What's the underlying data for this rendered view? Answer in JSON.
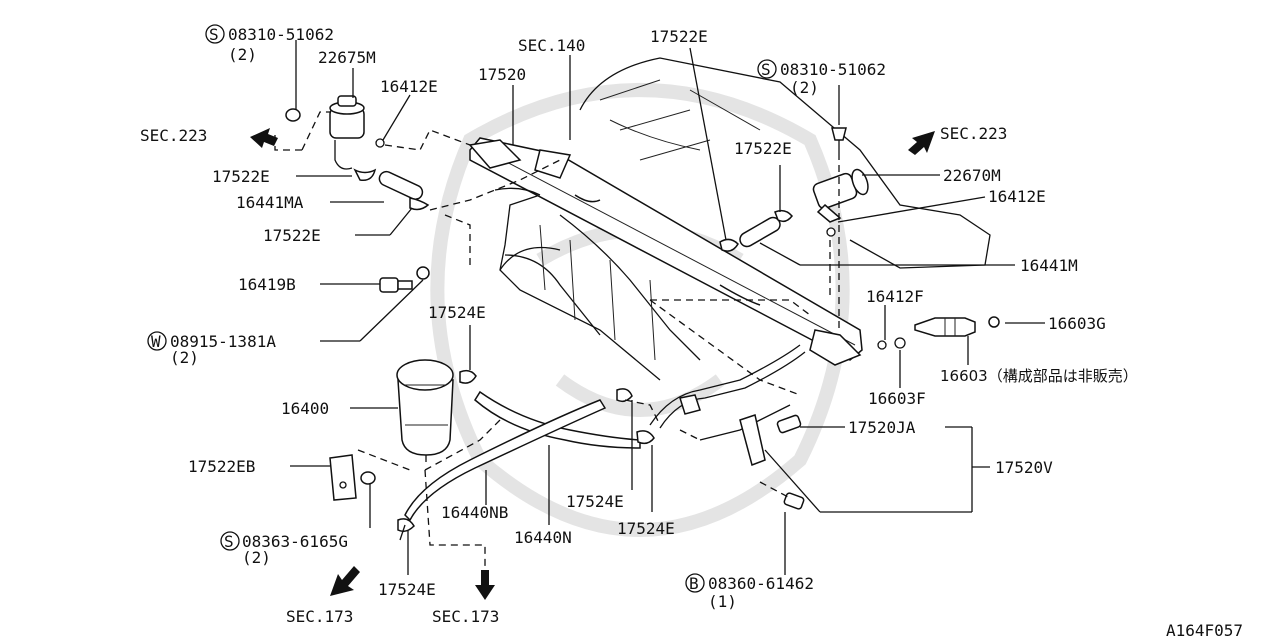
{
  "labels": {
    "s_08310_51062_left": "08310-51062",
    "s_08310_51062_left_qty": "(2)",
    "p_22675M": "22675M",
    "p_16412E_top": "16412E",
    "sec_223_left": "SEC.223",
    "p_17522E_a": "17522E",
    "p_16441MA": "16441MA",
    "p_17522E_b": "17522E",
    "p_16419B": "16419B",
    "w_08915_1381A": "08915-1381A",
    "w_08915_1381A_qty": "(2)",
    "sec_140": "SEC.140",
    "p_17520": "17520",
    "p_17522E_top": "17522E",
    "s_08310_51062_right": "08310-51062",
    "s_08310_51062_right_qty": "(2)",
    "sec_223_right": "SEC.223",
    "p_17522E_right": "17522E",
    "p_22670M": "22670M",
    "p_16412E_right": "16412E",
    "p_16441M": "16441M",
    "p_16412F": "16412F",
    "p_16603G": "16603G",
    "p_16603": "16603（構成部品は非販売）",
    "p_16603F": "16603F",
    "p_17524E_top": "17524E",
    "p_16400": "16400",
    "p_17522EB": "17522EB",
    "s_08363_6165G": "08363-6165G",
    "s_08363_6165G_qty": "(2)",
    "p_16440NB": "16440NB",
    "p_16440N": "16440N",
    "p_17524E_mid": "17524E",
    "p_17524E_right": "17524E",
    "p_17524E_bottom": "17524E",
    "p_17520JA": "17520JA",
    "p_17520V": "17520V",
    "b_08360_61462": "08360-61462",
    "b_08360_61462_qty": "(1)",
    "sec_173_left": "SEC.173",
    "sec_173_mid": "SEC.173",
    "diagram_code": "A164F057"
  },
  "symbols": {
    "screw": "S",
    "washer": "W",
    "bolt": "B"
  }
}
